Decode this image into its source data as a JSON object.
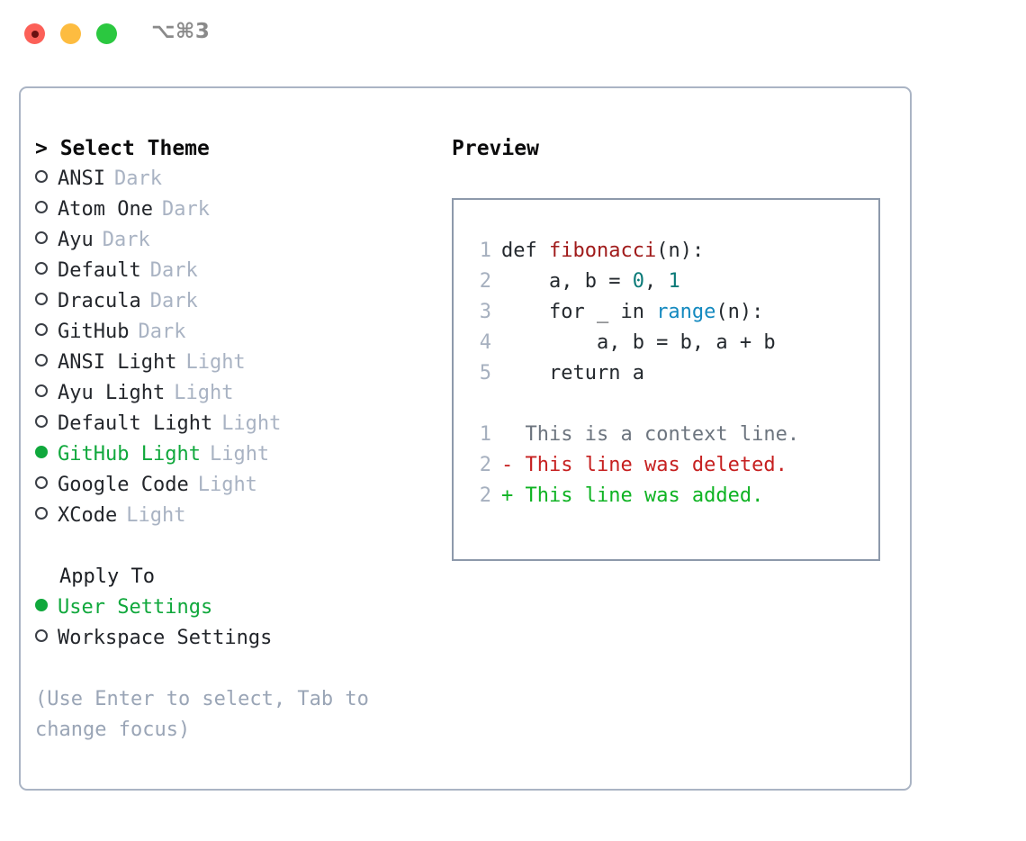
{
  "titlebar": {
    "dots": [
      {
        "name": "close",
        "color": "#fc6058"
      },
      {
        "name": "minimize",
        "color": "#fdbc40"
      },
      {
        "name": "maximize",
        "color": "#2bc840"
      }
    ],
    "shortcut": "⌥⌘3"
  },
  "colors": {
    "accent_green": "#10a83c",
    "panel_border": "#aab4c4",
    "preview_border": "#8d99ab",
    "muted": "#a9b3c3",
    "hint": "#9aa5b6",
    "text": "#23262b"
  },
  "left": {
    "header_prefix": "> ",
    "header": "Select Theme",
    "themes": [
      {
        "name": "ANSI",
        "kind": "Dark",
        "selected": false
      },
      {
        "name": "Atom One",
        "kind": "Dark",
        "selected": false
      },
      {
        "name": "Ayu",
        "kind": "Dark",
        "selected": false
      },
      {
        "name": "Default",
        "kind": "Dark",
        "selected": false
      },
      {
        "name": "Dracula",
        "kind": "Dark",
        "selected": false
      },
      {
        "name": "GitHub",
        "kind": "Dark",
        "selected": false
      },
      {
        "name": "ANSI Light",
        "kind": "Light",
        "selected": false
      },
      {
        "name": "Ayu Light",
        "kind": "Light",
        "selected": false
      },
      {
        "name": "Default Light",
        "kind": "Light",
        "selected": false
      },
      {
        "name": "GitHub Light",
        "kind": "Light",
        "selected": true
      },
      {
        "name": "Google Code",
        "kind": "Light",
        "selected": false
      },
      {
        "name": "XCode",
        "kind": "Light",
        "selected": false
      }
    ],
    "apply_to_heading": "Apply To",
    "apply_to": [
      {
        "label": "User Settings",
        "selected": true
      },
      {
        "label": "Workspace Settings",
        "selected": false
      }
    ],
    "hint": "(Use Enter to select, Tab to change focus)"
  },
  "right": {
    "preview_heading": "Preview",
    "code_lines": [
      {
        "n": "1",
        "tokens": [
          {
            "t": "def ",
            "cls": "tok-plain"
          },
          {
            "t": "fibonacci",
            "cls": "tok-fn"
          },
          {
            "t": "(n):",
            "cls": "tok-plain"
          }
        ]
      },
      {
        "n": "2",
        "tokens": [
          {
            "t": "    a, b = ",
            "cls": "tok-plain"
          },
          {
            "t": "0",
            "cls": "tok-num"
          },
          {
            "t": ", ",
            "cls": "tok-plain"
          },
          {
            "t": "1",
            "cls": "tok-num"
          }
        ]
      },
      {
        "n": "3",
        "tokens": [
          {
            "t": "    for _ in ",
            "cls": "tok-plain"
          },
          {
            "t": "range",
            "cls": "tok-call"
          },
          {
            "t": "(n):",
            "cls": "tok-plain"
          }
        ]
      },
      {
        "n": "4",
        "tokens": [
          {
            "t": "        a, b = b, a + b",
            "cls": "tok-plain"
          }
        ]
      },
      {
        "n": "5",
        "tokens": [
          {
            "t": "    return a",
            "cls": "tok-plain"
          }
        ]
      }
    ],
    "diff_lines": [
      {
        "n": "1",
        "marker": "  ",
        "text": "This is a context line.",
        "cls": "tok-ctx"
      },
      {
        "n": "2",
        "marker": "- ",
        "text": "This line was deleted.",
        "cls": "tok-del"
      },
      {
        "n": "2",
        "marker": "+ ",
        "text": "This line was added.",
        "cls": "tok-add"
      }
    ]
  }
}
